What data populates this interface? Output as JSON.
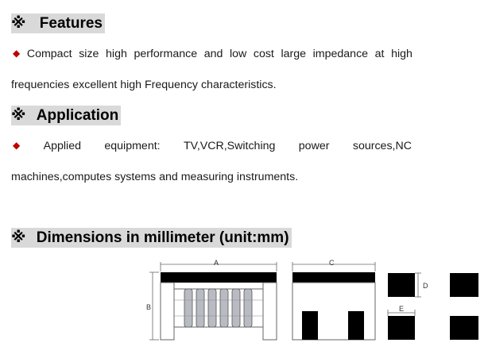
{
  "sections": {
    "features": {
      "mark": "※",
      "title": "Features",
      "line1": [
        "Compact",
        "size",
        "high",
        "performance",
        "and",
        "low",
        "cost",
        "large",
        "impedance",
        "at",
        "high"
      ],
      "line2": "frequencies excellent high Frequency characteristics."
    },
    "application": {
      "mark": "※",
      "title": "Application",
      "line1": [
        "Applied",
        "equipment:",
        "TV,VCR,Switching",
        "power",
        "sources,NC"
      ],
      "line2": "machines,computes systems and measuring instruments."
    },
    "dimensions": {
      "mark": "※",
      "title": "Dimensions in millimeter (unit:mm)"
    }
  },
  "bullet": "◆",
  "diagram": {
    "labels": {
      "a": "A",
      "b": "B",
      "c": "C",
      "d": "D",
      "e": "E"
    }
  },
  "colors": {
    "bullet": "#c00000",
    "heading_bg": "#d9d9d9",
    "terminal": "#000000",
    "coil": "#b8bcc2"
  }
}
